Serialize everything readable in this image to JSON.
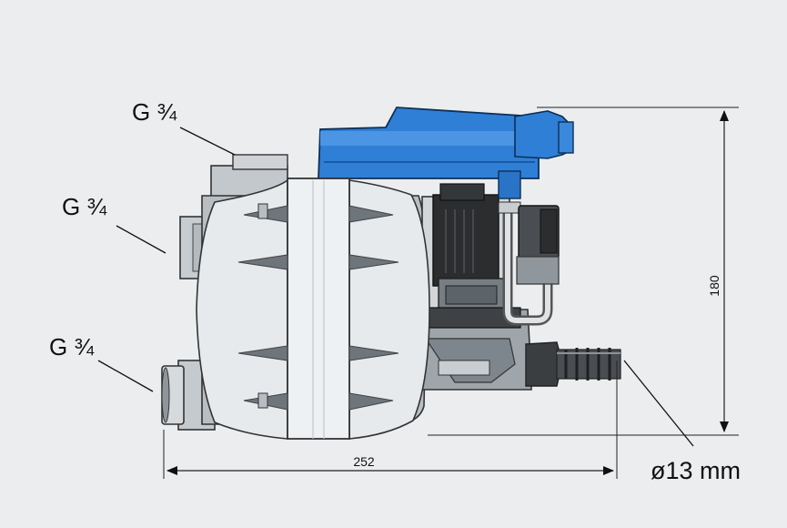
{
  "labels": {
    "port_top": "G ¾",
    "port_middle": "G ¾",
    "port_bottom": "G ¾",
    "hose_diameter": "ø13 mm"
  },
  "dimensions": {
    "width_value": "252",
    "height_value": "180"
  },
  "colors": {
    "background": "#ebedee",
    "housing_blue": "#2f7fd6",
    "body_grey": "#b9bec3",
    "cover_white": "#e4e8ec",
    "solenoid_dark": "#2b2d2f"
  }
}
